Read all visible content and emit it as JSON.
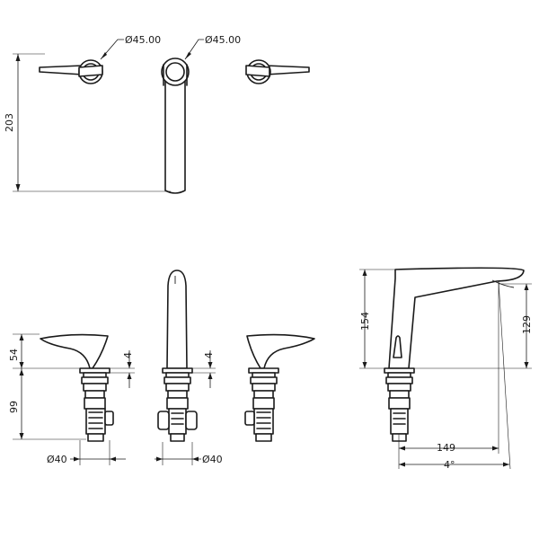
{
  "labels": {
    "top_dia_left": "Ø45.00",
    "top_dia_right": "Ø45.00",
    "top_height": "203",
    "handle_height": "54",
    "body_height": "99",
    "flange_left": "4",
    "flange_mid": "4",
    "base_dia_left": "Ø40",
    "base_dia_mid": "Ø40",
    "spout_height": "154",
    "spout_outlet_height": "129",
    "spout_reach": "149",
    "spout_angle": "4°"
  },
  "colors": {
    "line": "#1a1a1a",
    "background": "#ffffff"
  }
}
